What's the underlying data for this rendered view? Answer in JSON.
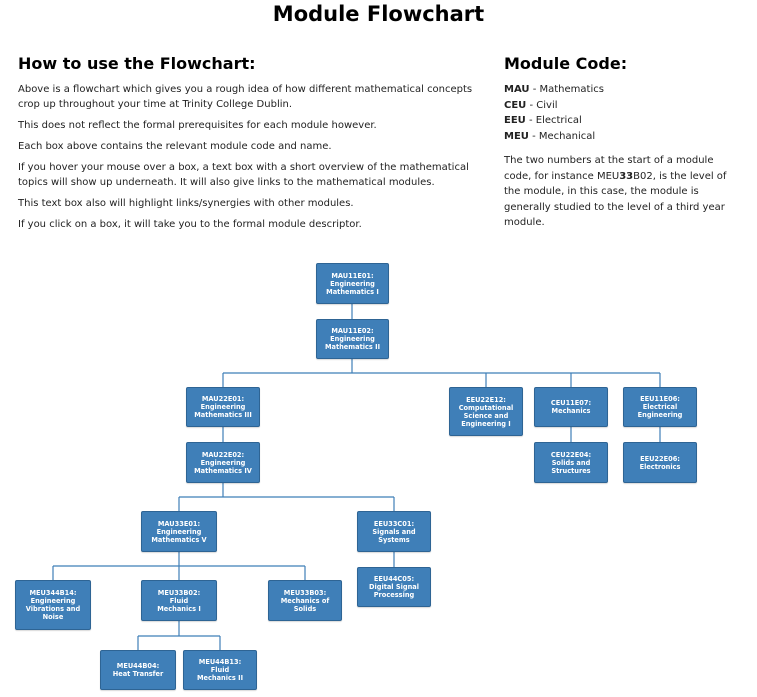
{
  "page": {
    "title": "Module Flowchart"
  },
  "how_to": {
    "heading": "How to use the Flowchart:",
    "paragraphs": [
      "Above is a flowchart which gives you a rough idea of how different mathematical concepts crop up throughout your time at Trinity College Dublin.",
      "This does not reflect the formal prerequisites for each module however.",
      "Each box above contains the relevant module code and name.",
      "If you hover your mouse over a box, a text box with a short overview of the mathematical topics will show up underneath. It will also give links to the mathematical modules.",
      "This text box also will highlight links/synergies with other modules.",
      "If you click on a box, it will take you to the formal module descriptor."
    ]
  },
  "module_code": {
    "heading": "Module Code:",
    "codes": [
      {
        "abbr": "MAU",
        "name": " - Mathematics"
      },
      {
        "abbr": "CEU",
        "name": " - Civil"
      },
      {
        "abbr": "EEU",
        "name": " - Electrical"
      },
      {
        "abbr": "MEU",
        "name": " - Mechanical"
      }
    ],
    "description_parts": [
      "The two numbers at the start of a module code, for instance MEU",
      "33",
      "B02, is the level of the module, in this case, the module is generally studied to the level of a third year module."
    ]
  },
  "colors": {
    "node_fill": "#3f7fb8",
    "node_border": "#2e6494",
    "connector": "#3f7fb8"
  },
  "flowchart": {
    "nodes": {
      "mau11e01": {
        "code": "MAU11E01:",
        "title_lines": [
          "Engineering",
          "Mathematics I"
        ]
      },
      "mau11e02": {
        "code": "MAU11E02:",
        "title_lines": [
          "Engineering",
          "Mathematics II"
        ]
      },
      "mau22e01": {
        "code": "MAU22E01:",
        "title_lines": [
          "Engineering",
          "Mathematics III"
        ]
      },
      "mau22e02": {
        "code": "MAU22E02:",
        "title_lines": [
          "Engineering",
          "Mathematics IV"
        ]
      },
      "mau33e01": {
        "code": "MAU33E01:",
        "title_lines": [
          "Engineering",
          "Mathematics V"
        ]
      },
      "eeu22e12": {
        "code": "EEU22E12:",
        "title_lines": [
          "Computational",
          "Science and",
          "Engineering I"
        ]
      },
      "ceu11e07": {
        "code": "CEU11E07:",
        "title_lines": [
          "Mechanics"
        ]
      },
      "eeu11e06": {
        "code": "EEU11E06:",
        "title_lines": [
          "Electrical",
          "Engineering"
        ]
      },
      "ceu22e04": {
        "code": "CEU22E04:",
        "title_lines": [
          "Solids and",
          "Structures"
        ]
      },
      "eeu22e06": {
        "code": "EEU22E06:",
        "title_lines": [
          "Electronics"
        ]
      },
      "eeu33c01": {
        "code": "EEU33C01:",
        "title_lines": [
          "Signals and",
          "Systems"
        ]
      },
      "eeu44c05": {
        "code": "EEU44C05:",
        "title_lines": [
          "Digital Signal",
          "Processing"
        ]
      },
      "meu344b14": {
        "code": "MEU344B14:",
        "title_lines": [
          "Engineering",
          "Vibrations and",
          "Noise"
        ]
      },
      "meu33b02": {
        "code": "MEU33B02:",
        "title_lines": [
          "Fluid",
          "Mechanics I"
        ]
      },
      "meu33b03": {
        "code": "MEU33B03:",
        "title_lines": [
          "Mechanics of",
          "Solids"
        ]
      },
      "meu44b04": {
        "code": "MEU44B04:",
        "title_lines": [
          "Heat Transfer"
        ]
      },
      "meu44b13": {
        "code": "MEU44B13:",
        "title_lines": [
          "Fluid",
          "Mechanics II"
        ]
      }
    }
  }
}
